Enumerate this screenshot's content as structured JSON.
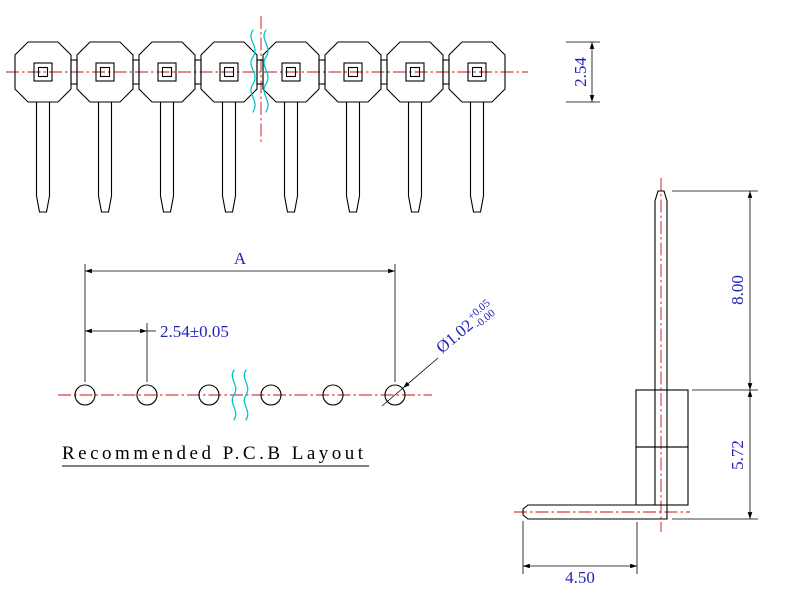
{
  "drawing": {
    "top_view": {
      "pin_count": 8,
      "dim_row_height": "2.54"
    },
    "pcb_layout": {
      "hole_count": 6,
      "dim_span": "A",
      "dim_pitch": "2.54±0.05",
      "dim_hole_diameter": "Ø1.02",
      "dim_hole_tol_upper": "+0.05",
      "dim_hole_tol_lower": "-0.00",
      "caption": "Recommended P.C.B Layout"
    },
    "side_view": {
      "dim_pin_length": "8.00",
      "dim_body_to_tail": "5.72",
      "dim_tail_length": "4.50"
    },
    "colors": {
      "geometry": "#000000",
      "centerline": "#cc1111",
      "dimension_text": "#2222bb",
      "break_line": "#00c8c8"
    }
  }
}
